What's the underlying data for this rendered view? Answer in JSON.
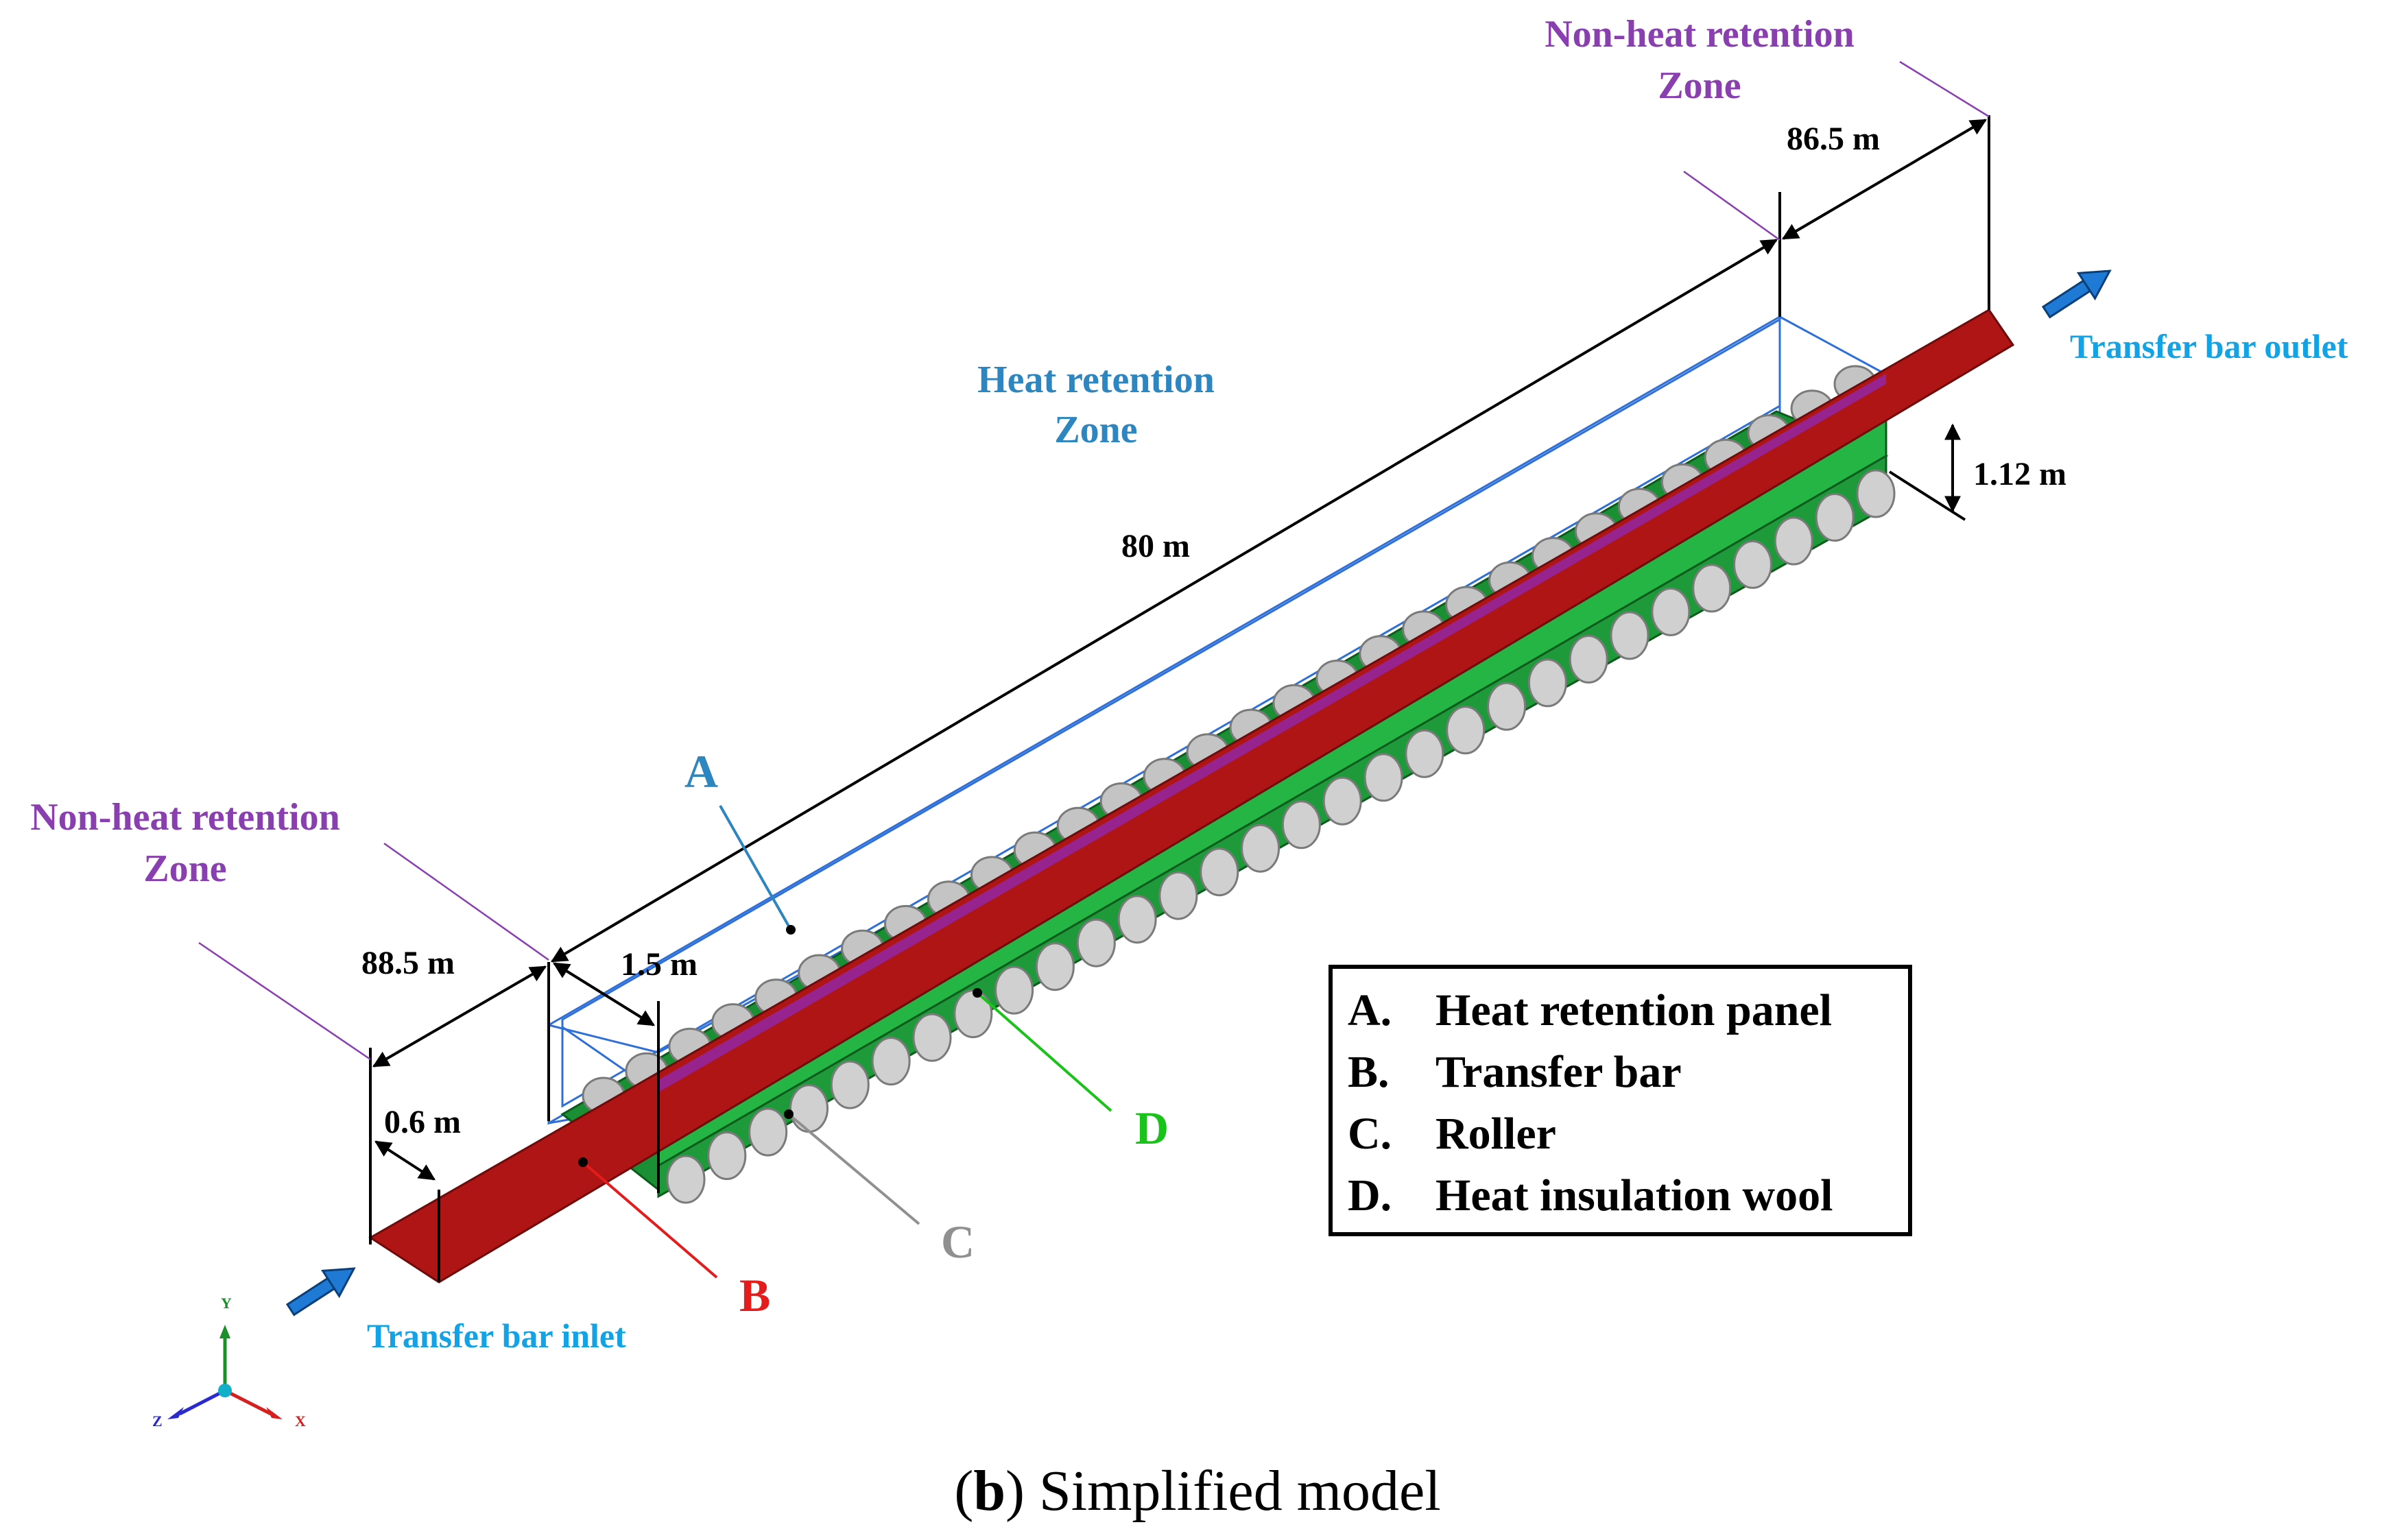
{
  "zones": {
    "heat_retention": {
      "line1": "Heat retention",
      "line2": "Zone"
    },
    "non_heat_left": {
      "line1": "Non-heat retention",
      "line2": "Zone"
    },
    "non_heat_right": {
      "line1": "Non-heat retention",
      "line2": "Zone"
    }
  },
  "dimensions": {
    "heat_zone_length": "80 m",
    "left_zone_length": "88.5 m",
    "right_zone_length": "86.5 m",
    "panel_width": "1.5 m",
    "bar_width": "0.6 m",
    "height": "1.12 m"
  },
  "flow": {
    "inlet": "Transfer bar inlet",
    "outlet": "Transfer bar outlet"
  },
  "callouts": {
    "a": "A",
    "b": "B",
    "c": "C",
    "d": "D"
  },
  "legend": [
    {
      "key": "A.",
      "label": "Heat retention panel"
    },
    {
      "key": "B.",
      "label": "Transfer bar"
    },
    {
      "key": "C.",
      "label": "Roller"
    },
    {
      "key": "D.",
      "label": "Heat insulation wool"
    }
  ],
  "axes": {
    "x": "X",
    "y": "Y",
    "z": "Z"
  },
  "caption": {
    "letter": "b",
    "text": "Simplified model"
  },
  "colors": {
    "zone_purple": "#8a3fb0",
    "zone_blue": "#2e86c1",
    "flow_cyan": "#12a3e6",
    "bar_red": "#b01515",
    "wool_green": "#1aa53a",
    "roller_gray": "#bdbdbd",
    "callout_a": "#2e86c1",
    "callout_b": "#e41c1c",
    "callout_c": "#909090",
    "callout_d": "#19c319",
    "axis_x": "#d62020",
    "axis_y": "#1a8f2a",
    "axis_z": "#2a2ad0",
    "arrow_blue": "#1e7ad4"
  }
}
